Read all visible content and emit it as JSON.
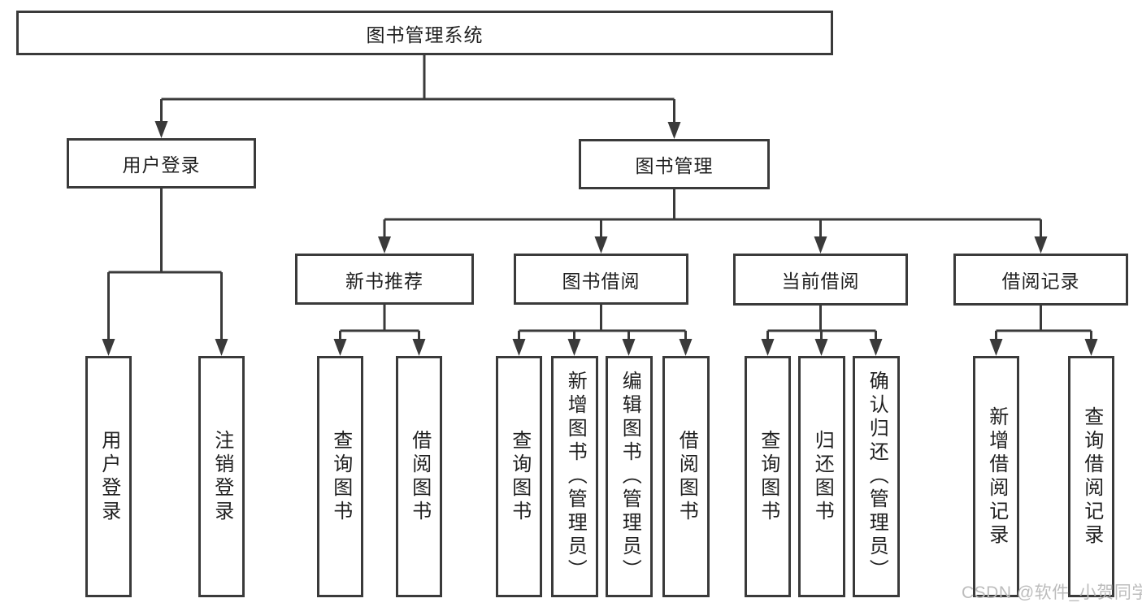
{
  "diagram_title": "图书管理系统",
  "tree": {
    "root": {
      "label": "图书管理系统"
    },
    "level1": [
      {
        "label": "用户登录",
        "children": [
          {
            "label": "用户登录"
          },
          {
            "label": "注销登录"
          }
        ]
      },
      {
        "label": "图书管理",
        "children": [
          {
            "label": "新书推荐",
            "children": [
              {
                "label": "查询图书"
              },
              {
                "label": "借阅图书"
              }
            ]
          },
          {
            "label": "图书借阅",
            "children": [
              {
                "label": "查询图书"
              },
              {
                "label": "新增图书（管理员）"
              },
              {
                "label": "编辑图书（管理员）"
              },
              {
                "label": "借阅图书"
              }
            ]
          },
          {
            "label": "当前借阅",
            "children": [
              {
                "label": "查询图书"
              },
              {
                "label": "归还图书"
              },
              {
                "label": "确认归还（管理员）"
              }
            ]
          },
          {
            "label": "借阅记录",
            "children": [
              {
                "label": "新增借阅记录"
              },
              {
                "label": "查询借阅记录"
              }
            ]
          }
        ]
      }
    ]
  },
  "watermark": {
    "text": "CSDN @软件_小贺同学"
  },
  "colors": {
    "line": "#3a3a3a",
    "box_border": "#3a3a3a",
    "text": "#1f1f1f",
    "watermark": "#bcbcbc",
    "background": "#ffffff"
  }
}
